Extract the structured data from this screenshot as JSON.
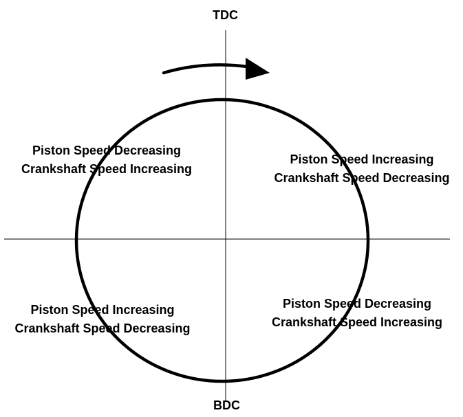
{
  "labels": {
    "top": "TDC",
    "bottom": "BDC"
  },
  "quadrants": {
    "top_left": {
      "line1": "Piston Speed Decreasing",
      "line2": "Crankshaft Speed Increasing"
    },
    "top_right": {
      "line1": "Piston Speed Increasing",
      "line2": "Crankshaft Speed Decreasing"
    },
    "bottom_left": {
      "line1": "Piston Speed Increasing",
      "line2": "Crankshaft Speed Decreasing"
    },
    "bottom_right": {
      "line1": "Piston Speed Decreasing",
      "line2": "Crankshaft Speed Increasing"
    }
  },
  "rotation_direction": "clockwise",
  "colors": {
    "stroke": "#000000",
    "background": "#ffffff"
  }
}
